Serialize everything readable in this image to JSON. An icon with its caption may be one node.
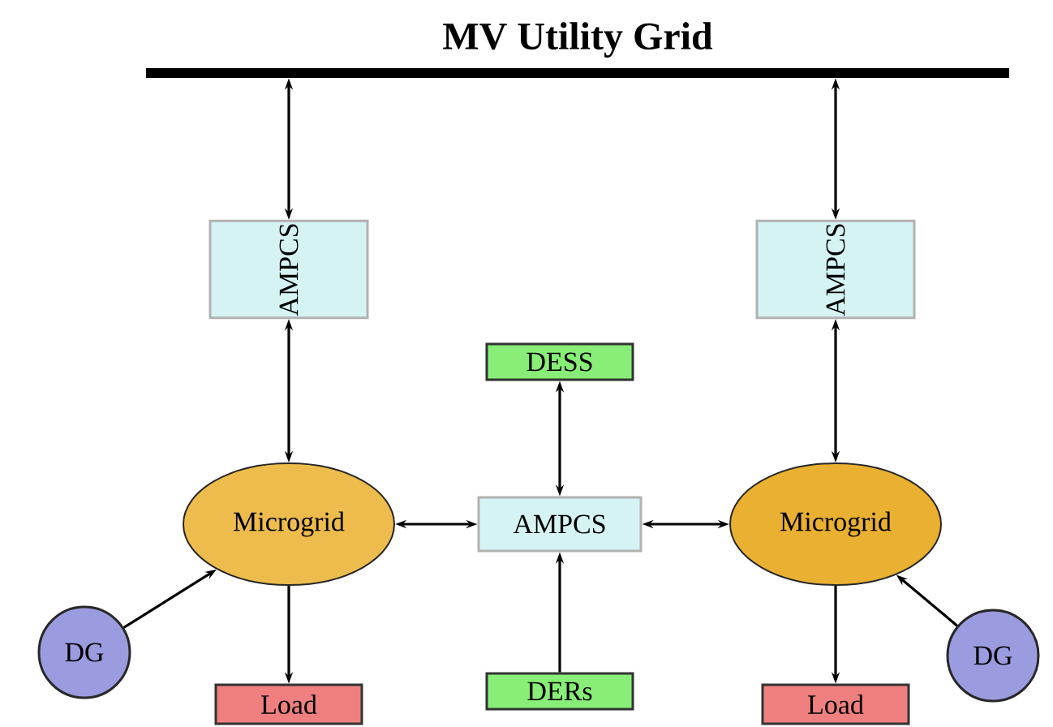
{
  "diagram": {
    "nodes": [
      {
        "text": [
          "MV Utility Grid"
        ]
      },
      {
        "text": [
          "AMPCS"
        ]
      },
      {
        "text": [
          "AMPCS"
        ]
      },
      {
        "text": [
          "DESS"
        ]
      },
      {
        "text": [
          "Microgrid"
        ]
      },
      {
        "text": [
          "AMPCS"
        ]
      },
      {
        "text": [
          "Microgrid"
        ]
      },
      {
        "text": [
          "DG"
        ]
      },
      {
        "text": [
          "Load"
        ]
      },
      {
        "text": [
          "DERs"
        ]
      },
      {
        "text": [
          "Load"
        ]
      },
      {
        "text": [
          "DG"
        ]
      }
    ],
    "edges": [
      {
        "from": 0,
        "to": 1,
        "arrow": "both"
      },
      {
        "from": 0,
        "to": 2,
        "arrow": "both"
      },
      {
        "from": 1,
        "to": 4,
        "arrow": "both"
      },
      {
        "from": 2,
        "to": 6,
        "arrow": "both"
      },
      {
        "from": 3,
        "to": 5,
        "arrow": "both"
      },
      {
        "from": 4,
        "to": 5,
        "arrow": "both"
      },
      {
        "from": 5,
        "to": 6,
        "arrow": "both"
      },
      {
        "from": 9,
        "to": 5,
        "arrow": "to"
      },
      {
        "from": 7,
        "to": 4,
        "arrow": "to"
      },
      {
        "from": 11,
        "to": 6,
        "arrow": "to"
      },
      {
        "from": 4,
        "to": 8,
        "arrow": "to"
      },
      {
        "from": 6,
        "to": 10,
        "arrow": "to"
      }
    ]
  }
}
